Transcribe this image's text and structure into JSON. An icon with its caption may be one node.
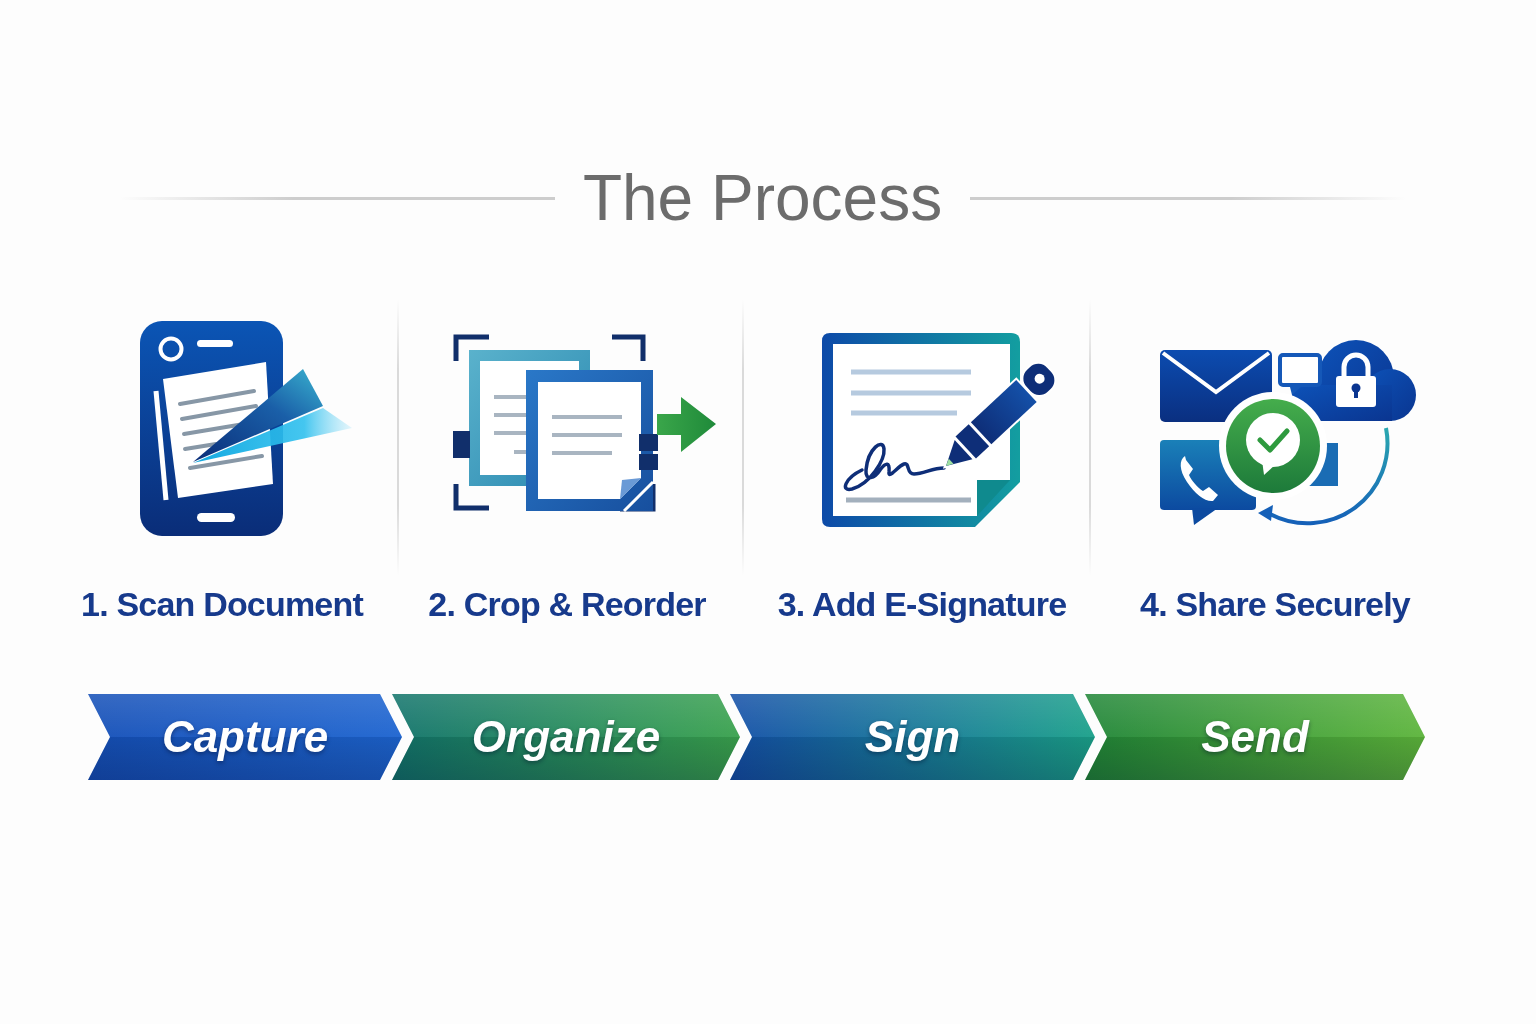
{
  "diagram": {
    "title": "The Process",
    "nodes": [
      {
        "text": [
          "Capture"
        ]
      },
      {
        "text": [
          "Organize"
        ]
      },
      {
        "text": [
          "Sign"
        ]
      },
      {
        "text": [
          "Send"
        ]
      }
    ],
    "labels": [
      "1. Scan Document",
      "2. Crop & Reorder",
      "3. Add E-Signature",
      "4. Share Securely"
    ]
  }
}
